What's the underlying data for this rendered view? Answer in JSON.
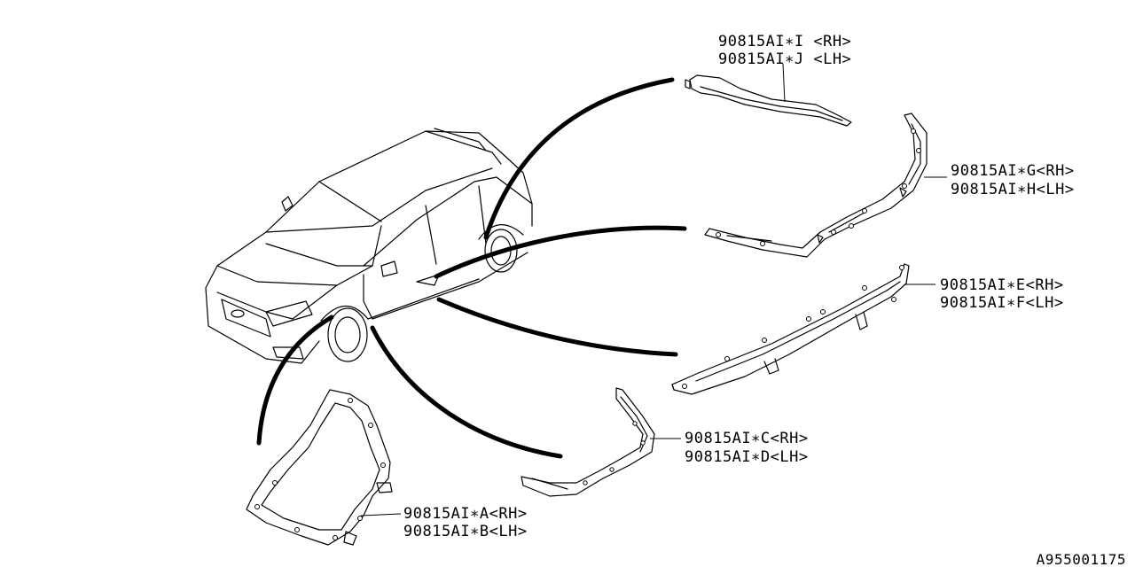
{
  "diagram_code": "A955001175",
  "callouts": [
    {
      "id": "ij",
      "line1": "90815AI∗I <RH>",
      "line2": "90815AI∗J <LH>"
    },
    {
      "id": "gh",
      "line1": "90815AI∗G<RH>",
      "line2": "90815AI∗H<LH>"
    },
    {
      "id": "ef",
      "line1": "90815AI∗E<RH>",
      "line2": "90815AI∗F<LH>"
    },
    {
      "id": "cd",
      "line1": "90815AI∗C<RH>",
      "line2": "90815AI∗D<LH>"
    },
    {
      "id": "ab",
      "line1": "90815AI∗A<RH>",
      "line2": "90815AI∗B<LH>"
    }
  ]
}
